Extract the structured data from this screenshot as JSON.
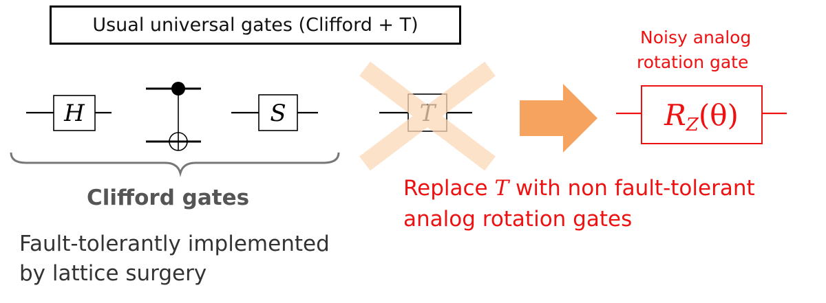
{
  "title": "Usual universal gates (Clifford + T)",
  "gates": {
    "h": "H",
    "s": "S",
    "t": "T",
    "rz_main": "R",
    "rz_sub": "Z",
    "rz_arg": "(θ)"
  },
  "noisy_label_line1": "Noisy analog",
  "noisy_label_line2": "rotation gate",
  "clifford_heading": "Clifford gates",
  "clifford_desc_line1": "Fault-tolerantly implemented",
  "clifford_desc_line2": "by lattice surgery",
  "replace_prefix": "Replace ",
  "replace_symbol": "T",
  "replace_suffix": " with non fault-tolerant",
  "replace_line2": "analog rotation gates",
  "colors": {
    "red": "#ee1111",
    "arrow": "#f5a35f",
    "cross": "#fde3c8",
    "brace": "#777777"
  },
  "icons": [
    "right-arrow-icon",
    "cross-out-icon",
    "curly-brace-icon"
  ]
}
